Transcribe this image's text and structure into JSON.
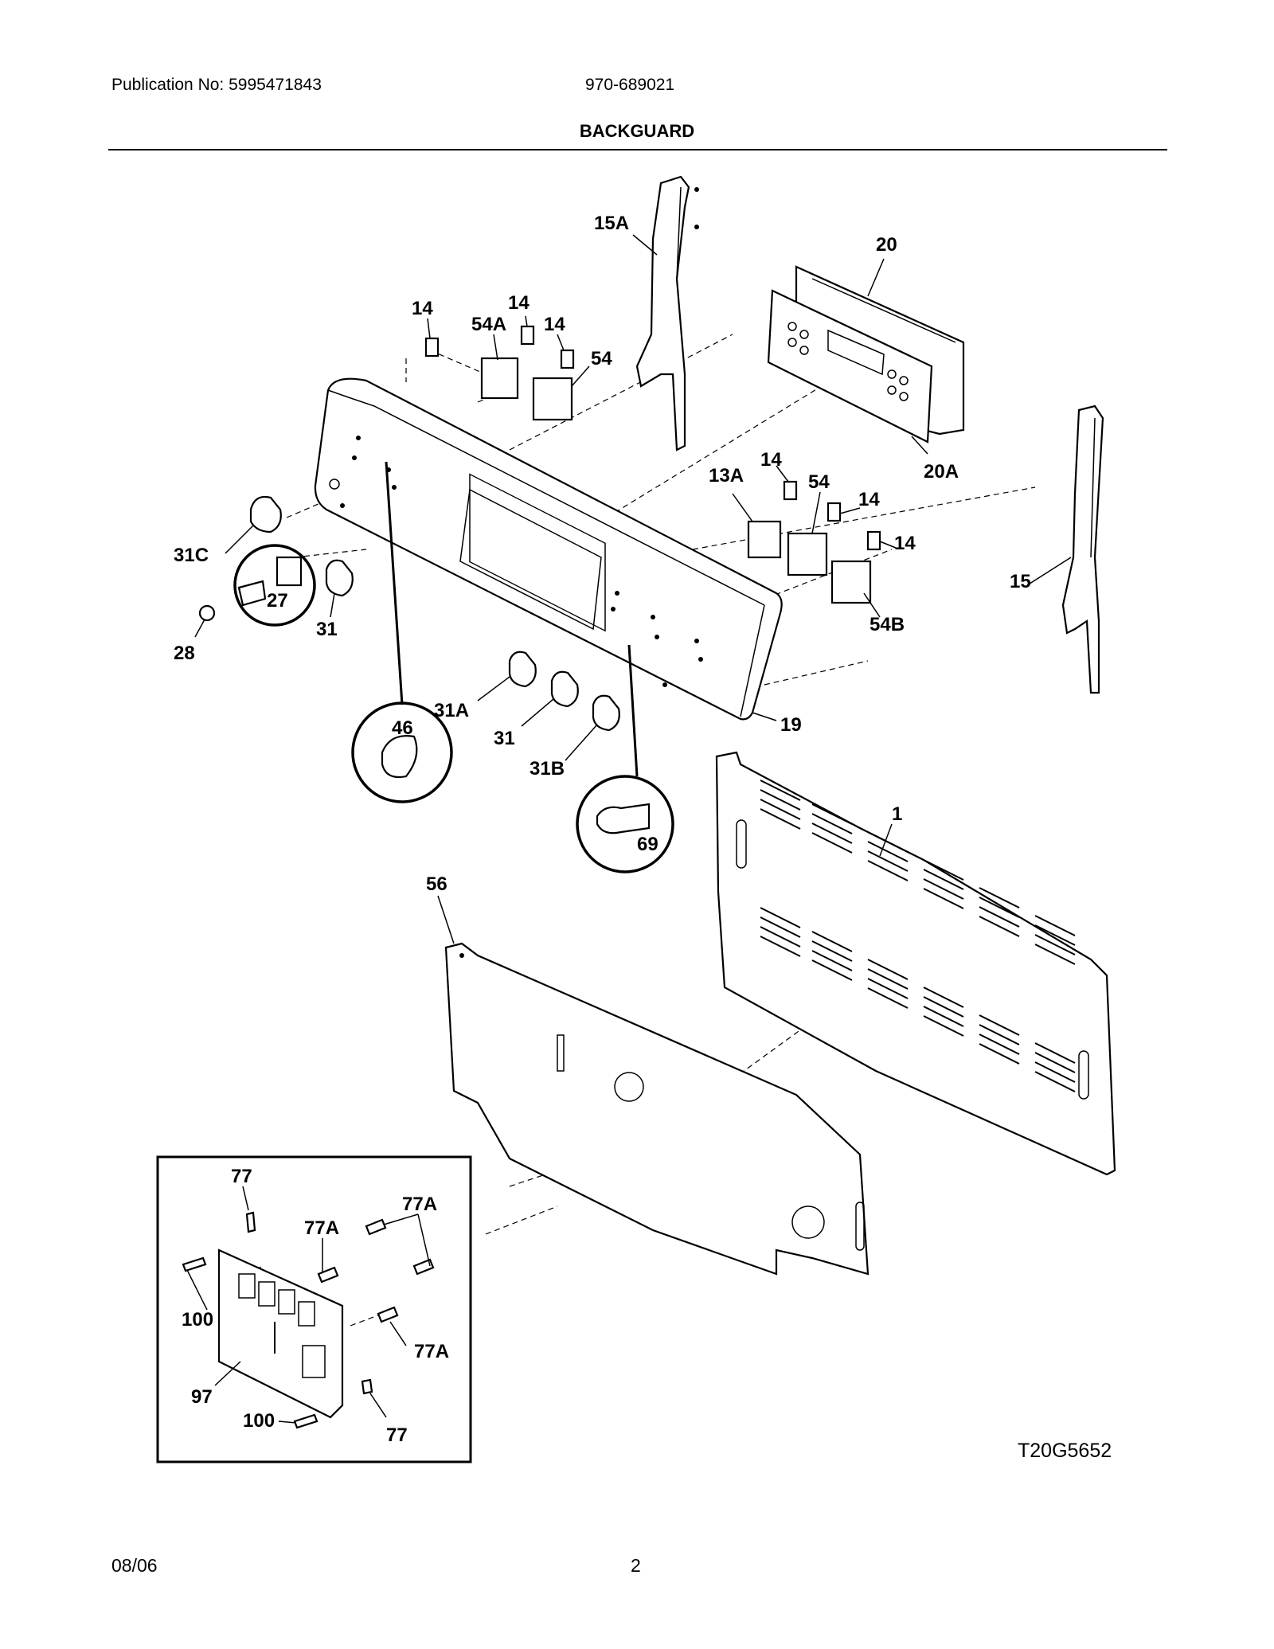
{
  "header": {
    "publication": "Publication No: 5995471843",
    "model": "970-689021",
    "title": "BACKGUARD"
  },
  "diagram": {
    "callouts": [
      "15A",
      "20",
      "14",
      "14",
      "54A",
      "14",
      "54",
      "20A",
      "14",
      "13A",
      "54",
      "14",
      "14",
      "15",
      "54B",
      "31C",
      "27",
      "31",
      "28",
      "19",
      "31A",
      "31",
      "31B",
      "46",
      "69",
      "1",
      "56",
      "77",
      "77A",
      "77A",
      "100",
      "77A",
      "97",
      "100",
      "77"
    ],
    "drawing_code": "T20G5652"
  },
  "footer": {
    "date": "08/06",
    "page": "2"
  }
}
